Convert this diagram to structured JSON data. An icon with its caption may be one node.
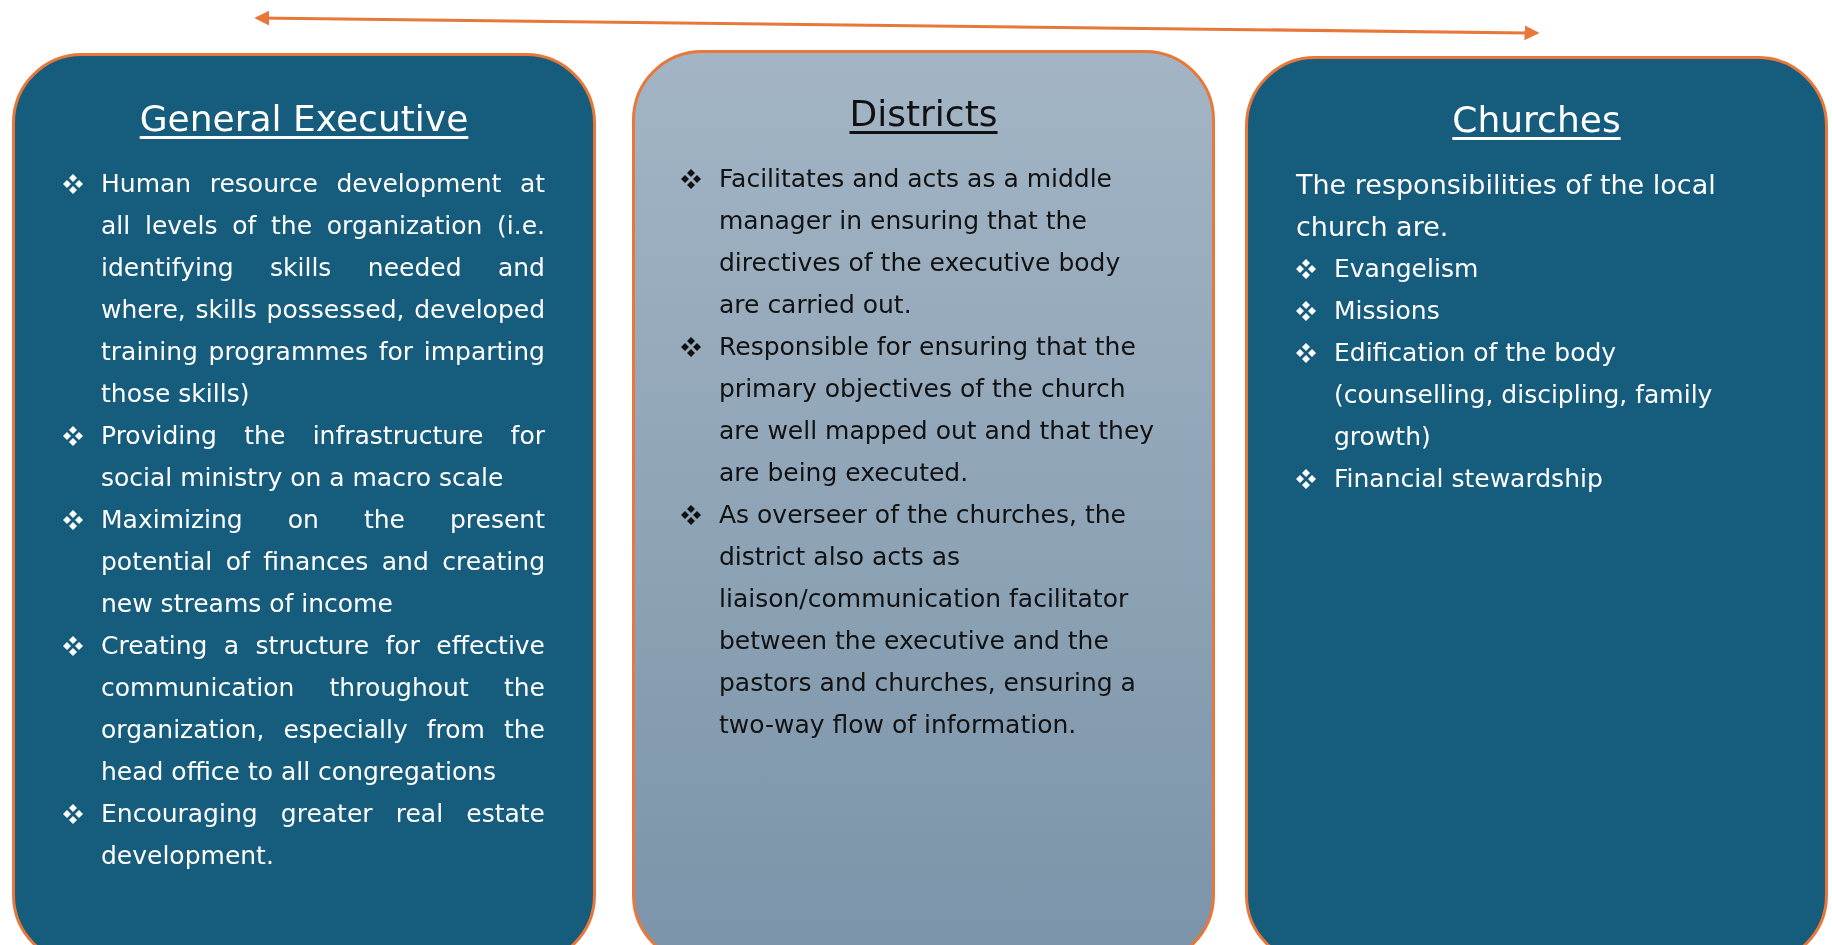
{
  "diagram": {
    "nodes": [
      {
        "text": [
          "General Executive",
          "Human resource development at all levels of the organization (i.e. identifying skills needed and where, skills possessed, developed training programmes for imparting those skills)",
          "Providing the infrastructure for social ministry on a macro scale",
          "Maximizing on the present potential of finances and creating new streams of income",
          "Creating a structure for effective communication throughout the organization, especially from the head office to all congregations",
          "Encouraging greater real estate development."
        ]
      },
      {
        "text": [
          "Districts",
          "Facilitates and acts as a middle manager in ensuring that the directives of the executive body are carried out.",
          "Responsible for ensuring that the primary objectives of the church are well mapped out and that they are being executed.",
          "As overseer of the churches, the district also acts as liaison/communication facilitator between the executive and the pastors and churches, ensuring a two-way flow of information."
        ]
      },
      {
        "text": [
          "Churches",
          "The responsibilities of the local church are.",
          "Evangelism",
          "Missions",
          "Edification of the body (counselling, discipling, family growth)",
          "Financial stewardship"
        ]
      }
    ],
    "edges": [
      {
        "from": 0,
        "to": 2,
        "arrow": "both"
      }
    ]
  }
}
